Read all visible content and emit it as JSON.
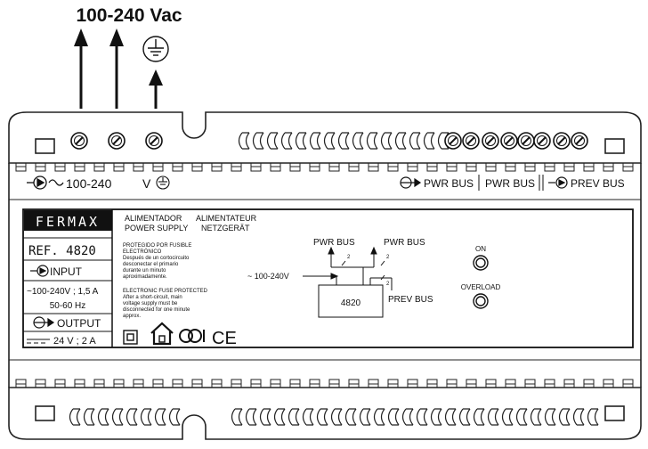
{
  "header": {
    "voltage_label": "100-240 Vac"
  },
  "terminal_labels": {
    "input_symbol": "-⊖~",
    "input_voltage": "100-240",
    "v_label": "V",
    "pwr_bus_1": "PWR BUS",
    "pwr_bus_2": "PWR BUS",
    "prev_bus": "PREV BUS"
  },
  "label_panel": {
    "brand": "FERMAX",
    "ref": "REF. 4820",
    "input_label": "INPUT",
    "input_rating": "~100-240V ; 1,5 A",
    "frequency": "50-60 Hz",
    "output_label": "OUTPUT",
    "output_rating": "24 V ; 2 A",
    "title_es": "ALIMENTADOR",
    "title_en": "POWER SUPPLY",
    "title_fr": "ALIMENTATEUR",
    "title_de": "NETZGERÄT",
    "fuse_es_title": "PROTEGIDO POR FUSIBLE",
    "fuse_es_l2": "ELECTRÓNICO",
    "fuse_es_l3": "Después de un cortocircuito",
    "fuse_es_l4": "desconectar el primario",
    "fuse_es_l5": "durante un minuto",
    "fuse_es_l6": "aproximadamente.",
    "fuse_en_title": "ELECTRONIC FUSE PROTECTED",
    "fuse_en_l2": "After a short-circuit, main",
    "fuse_en_l3": "voltage supply must be",
    "fuse_en_l4": "disconnected for one minute",
    "fuse_en_l5": "approx.",
    "ce_mark": "CE"
  },
  "schematic": {
    "input": "~ 100-240V",
    "model": "4820",
    "pwr_bus_left": "PWR BUS",
    "pwr_bus_right": "PWR BUS",
    "prev_bus": "PREV BUS",
    "wire_count_1": "2",
    "wire_count_2": "2",
    "wire_count_3": "2"
  },
  "indicators": {
    "on": "ON",
    "overload": "OVERLOAD"
  }
}
